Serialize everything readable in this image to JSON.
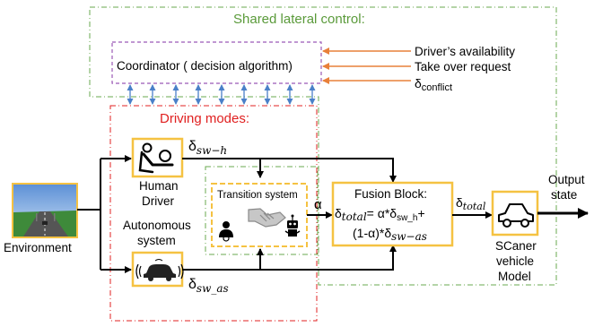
{
  "colors": {
    "shared_border": "#6aa84f",
    "coordinator_border": "#9b59b6",
    "modes_border": "#e02020",
    "yellow_box": "#f5c242",
    "blue_arrow": "#4a80c8",
    "orange_arrow": "#e8803a",
    "red_text": "#e02020",
    "green_text": "#5a9a3a"
  },
  "shared_control": {
    "title": "Shared lateral control:"
  },
  "coordinator": {
    "label": "Coordinator ( decision algorithm)"
  },
  "inputs": {
    "availability": "Driver’s availability",
    "takeover": "Take over request",
    "conflict_symbol": "δ",
    "conflict_sub": "conflict"
  },
  "driving_modes": {
    "title": "Driving modes:"
  },
  "environment": {
    "label": "Environment"
  },
  "human_driver": {
    "label_line1": "Human",
    "label_line2": "Driver",
    "signal_symbol": "δ",
    "signal_sub": "sw−h"
  },
  "autonomous_system": {
    "label_line1": "Autonomous",
    "label_line2": "system",
    "signal_symbol": "δ",
    "signal_sub": "sw_as"
  },
  "transition_system": {
    "label": "Transition system",
    "output": "α"
  },
  "fusion_block": {
    "title": "Fusion Block:",
    "line1_lhs": "δ",
    "line1_lhs_sub": "total",
    "line1_mid": "= α*δ",
    "line1_sub": "sw_h",
    "line1_end": "+",
    "line2_main": "(1-α)*δ",
    "line2_sub": "sw−as"
  },
  "fusion_output": {
    "symbol": "δ",
    "sub": "total"
  },
  "vehicle": {
    "line1": "SCaner",
    "line2": "vehicle",
    "line3": "Model"
  },
  "output_state": {
    "line1": "Output",
    "line2": "state"
  }
}
